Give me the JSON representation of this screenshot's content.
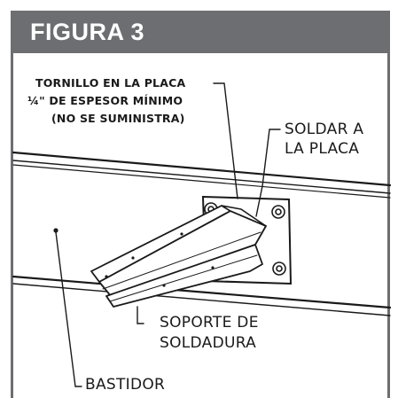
{
  "header": {
    "title": "FIGURA 3",
    "background": "#6d6e71"
  },
  "labels": {
    "screw_line1": "TORNILLO EN LA PLACA",
    "screw_line2": "¼\" DE ESPESOR MÍNIMO",
    "screw_line3": "(NO SE SUMINISTRA)",
    "weld_line1": "SOLDAR A",
    "weld_line2": "LA PLACA",
    "support_line1": "SOPORTE DE",
    "support_line2": "SOLDADURA",
    "frame": "BASTIDOR"
  }
}
